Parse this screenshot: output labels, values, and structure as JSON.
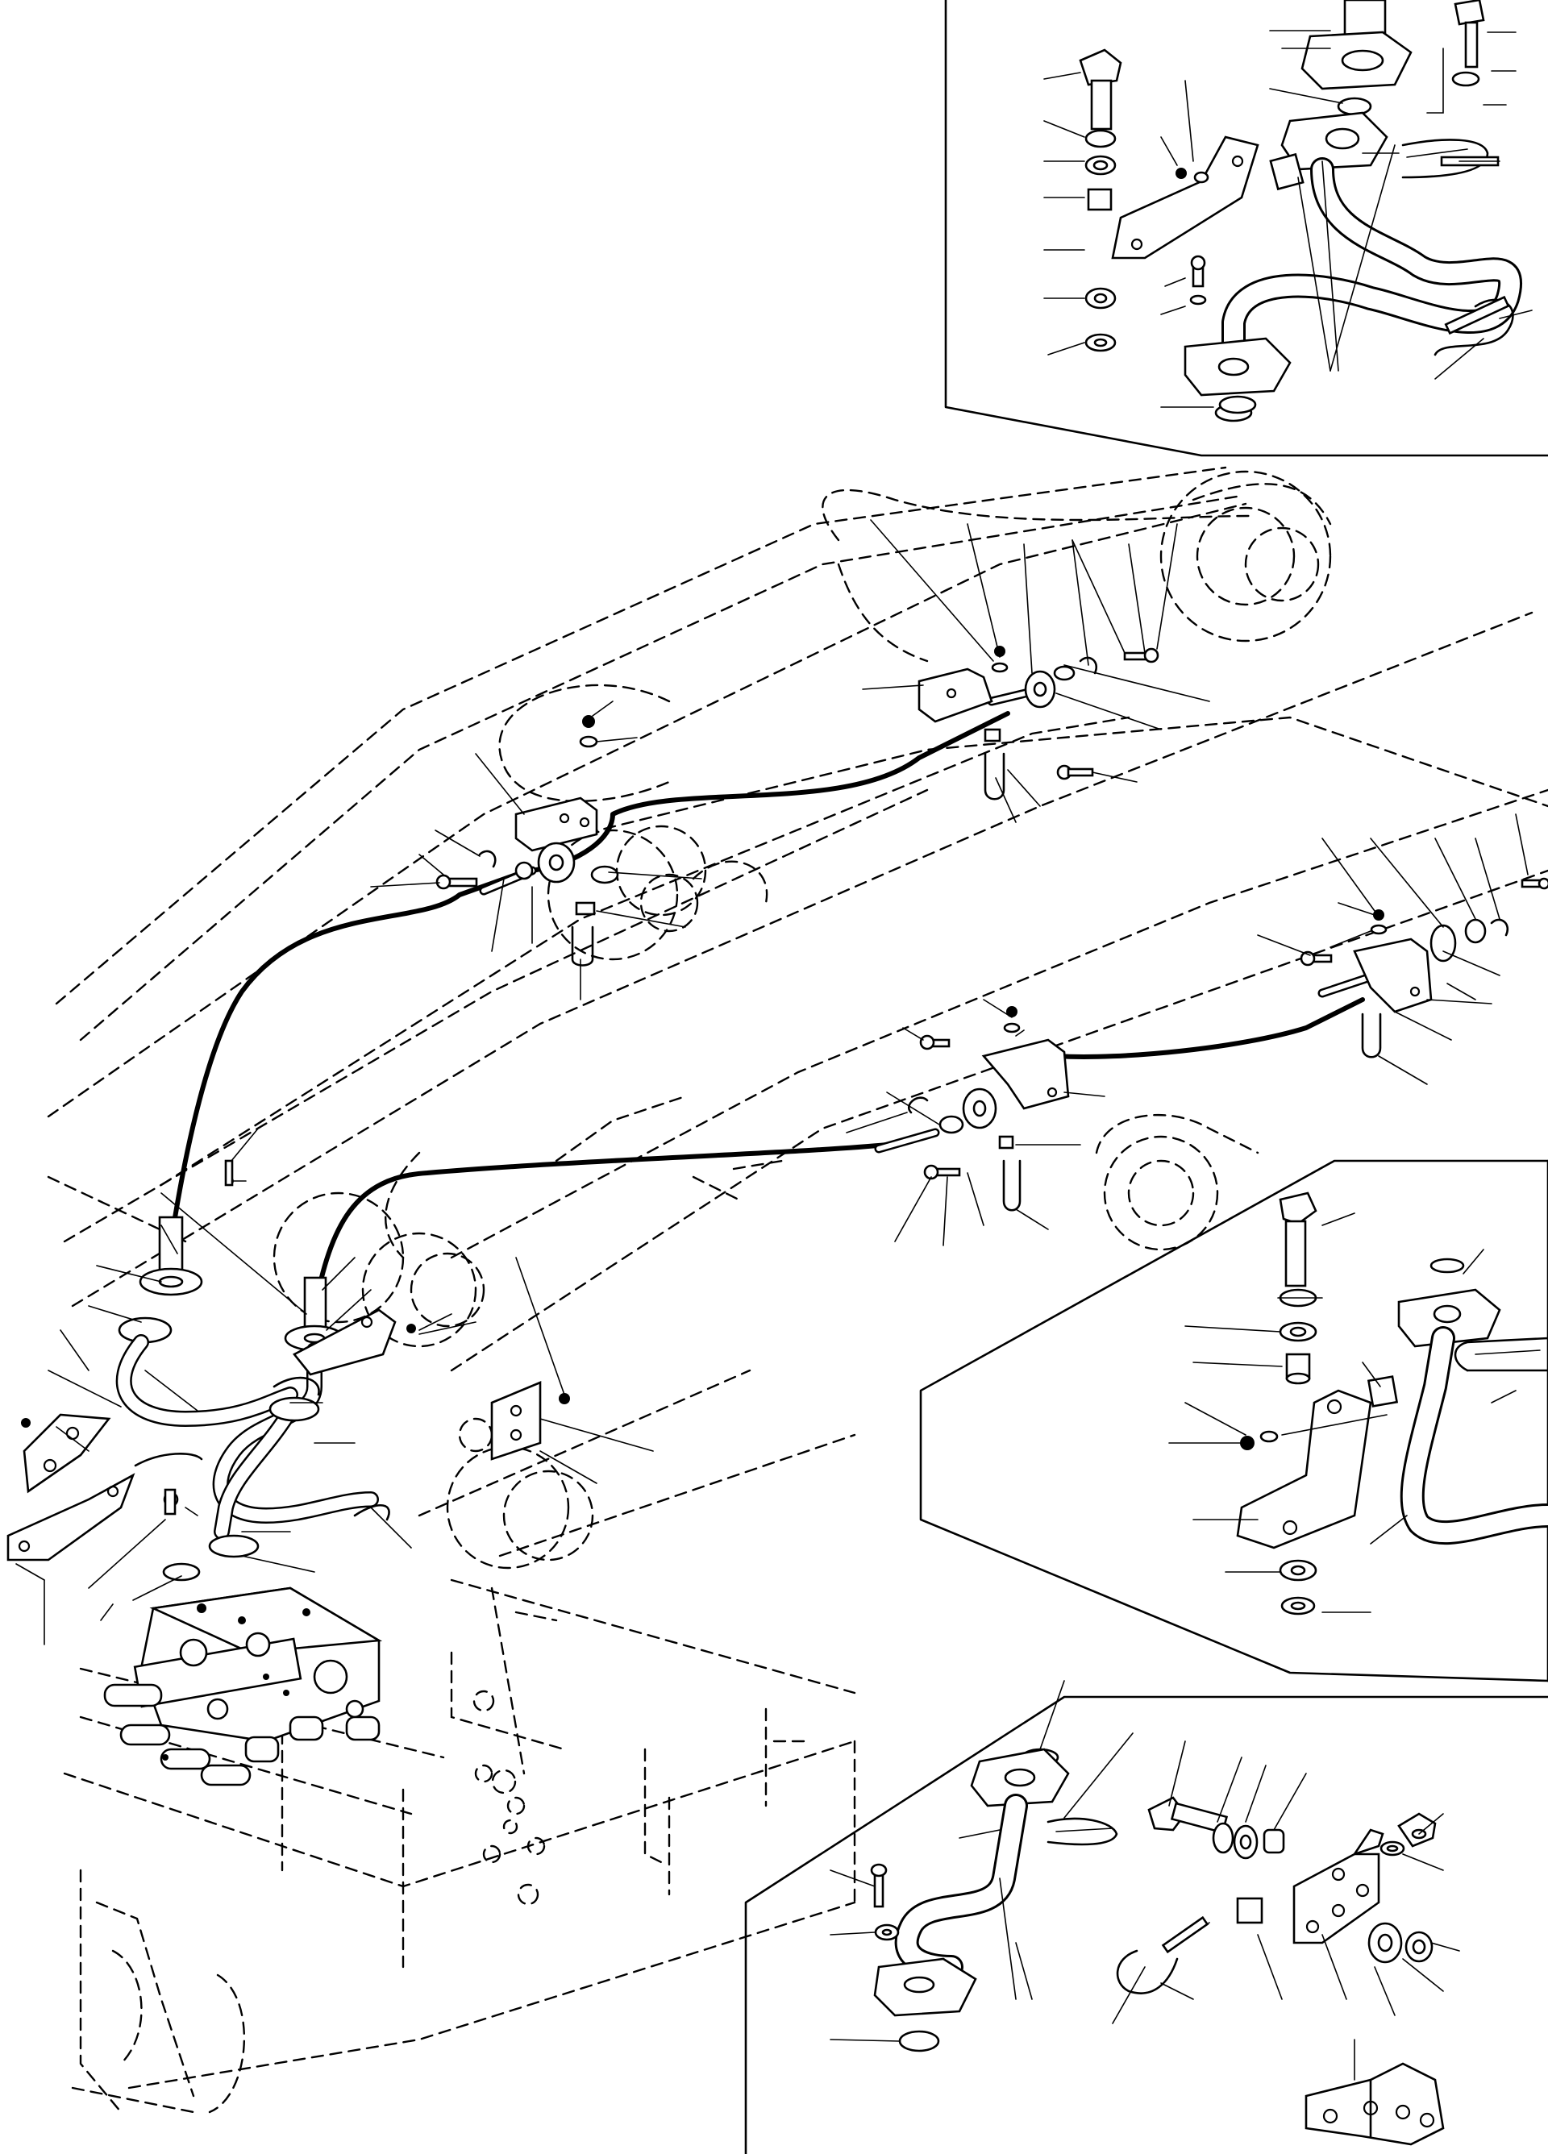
{
  "drawing": {
    "kind": "exploded parts diagram",
    "text_labels": [],
    "insets": [
      "top-right",
      "middle-right",
      "bottom-right"
    ]
  },
  "colors": {
    "ink": "#000000",
    "paper": "#ffffff"
  }
}
